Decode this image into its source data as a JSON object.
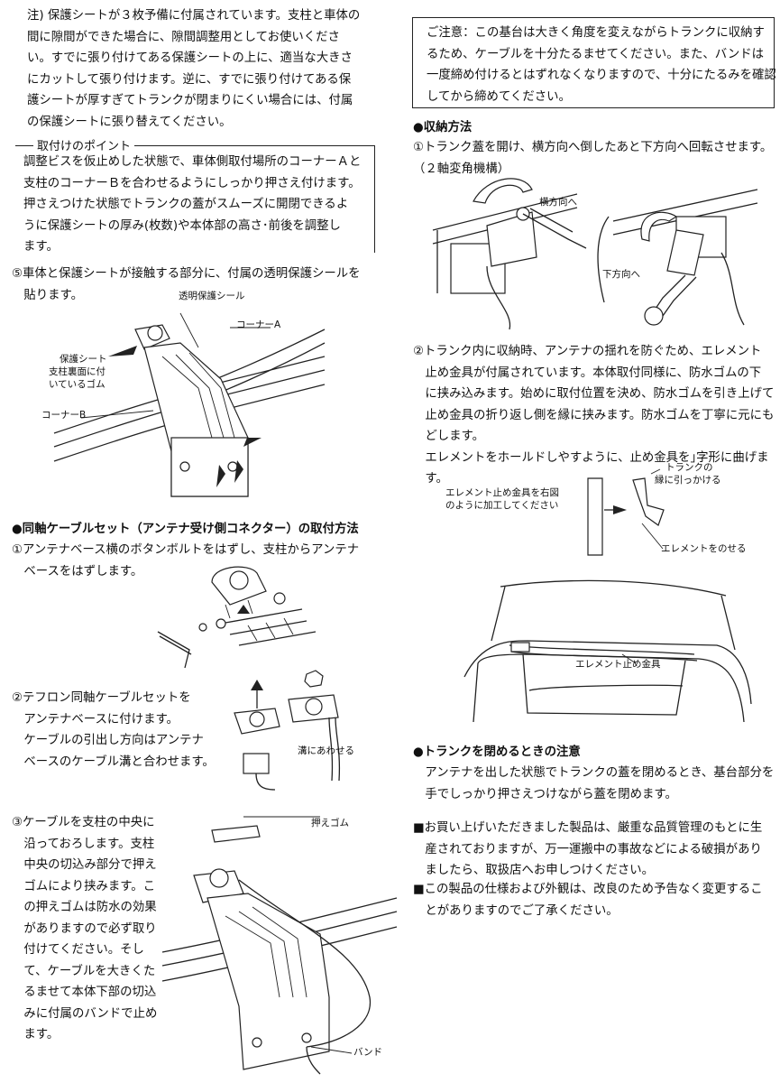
{
  "left": {
    "note": [
      "注) 保護シートが３枚予備に付属されています。支柱と車体の",
      "間に隙間ができた場合に、隙間調整用としてお使いくださ",
      "い。すでに張り付けてある保護シートの上に、適当な大きさ",
      "にカットして張り付けます。逆に、すでに張り付けてある保",
      "護シートが厚すぎてトランクが閉まりにくい場合には、付属",
      "の保護シートに張り替えてください。"
    ],
    "point_title": "取付けのポイント",
    "point_body": [
      "調整ビスを仮止めした状態で、車体側取付場所のコーナーＡと",
      "支柱のコーナーＢを合わせるようにしっかり押さえ付けます。",
      "押さえつけた状態でトランクの蓋がスムーズに開閉できるよ",
      "うに保護シートの厚み(枚数)や本体部の高さ･前後を調整し",
      "ます。"
    ],
    "step5": [
      "⑤車体と保護シートが接触する部分に、付属の透明保護シールを",
      "　貼ります。"
    ],
    "fig1_labels": {
      "seal": "透明保護シール",
      "corner_a": "コーナーA",
      "sheet": [
        "保護シート",
        "支柱裏面に付",
        "いているゴム"
      ],
      "corner_b": "コーナーB"
    },
    "coax_title": "●同軸ケーブルセット（アンテナ受け側コネクター）の取付方法",
    "coax1": [
      "①アンテナベース横のボタンボルトをはずし、支柱からアンテナ",
      "　ベースをはずします。"
    ],
    "coax2": [
      "②テフロン同軸ケーブルセットを",
      "　アンテナベースに付けます。",
      "　ケーブルの引出し方向はアンテナ",
      "　ベースのケーブル溝と合わせます。"
    ],
    "fig3_label": "溝にあわせる",
    "coax3": [
      "③ケーブルを支柱の中央に",
      "　沿っておろします。支柱",
      "　中央の切込み部分で押え",
      "　ゴムにより挟みます。こ",
      "　の押えゴムは防水の効果",
      "　がありますので必ず取り",
      "　付けてください。そし",
      "　て、ケーブルを大きくた",
      "　るませて本体下部の切込",
      "　みに付属のバンドで止め",
      "　ます。"
    ],
    "fig4_labels": {
      "rubber": "押えゴム",
      "band": "バンド"
    }
  },
  "right": {
    "caution": [
      "ご注意：この基台は大きく角度を変えながらトランクに収納す",
      "るため、ケーブルを十分たるませてください。また、バンドは",
      "一度締め付けるとはずれなくなりますので、十分にたるみを確認",
      "してから締めてください。"
    ],
    "storage_title": "●収納方法",
    "storage1": [
      "①トランク蓋を開け、横方向へ倒したあと下方向へ回転させます。",
      "（２軸変角機構）"
    ],
    "fig5_labels": {
      "side": "横方向へ",
      "down": "下方向へ"
    },
    "storage2": [
      "②トランク内に収納時、アンテナの揺れを防ぐため、エレメント",
      "　止め金具が付属されています。本体取付同様に、防水ゴムの下",
      "　に挟み込みます。始めに取付位置を決め、防水ゴムを引き上げて",
      "　止め金具の折り返し側を縁に挟みます。防水ゴムを丁寧に元にも",
      "　どします。",
      "　エレメントをホールドしやすように、止め金具を｣字形に曲げま",
      "　す。"
    ],
    "fig6_labels": {
      "process": [
        "エレメント止め金具を右図",
        "のように加工してください"
      ],
      "hook": [
        "トランクの",
        "縁に引っかける"
      ],
      "place": "エレメントをのせる"
    },
    "fig7_label": "エレメント止め金具",
    "close_title": "●トランクを閉めるときの注意",
    "close_body": [
      "　アンテナを出した状態でトランクの蓋を閉めるとき、基台部分を",
      "　手でしっかり押さえつけながら蓋を閉めます。"
    ],
    "notice1": [
      "■お買い上げいただきました製品は、厳重な品質管理のもとに生",
      "　産されておりますが、万一運搬中の事故などによる破損があり",
      "　ましたら、取扱店へお申しつけください。"
    ],
    "notice2": [
      "■この製品の仕様および外観は、改良のため予告なく変更するこ",
      "　とがありますのでご了承ください。"
    ]
  }
}
